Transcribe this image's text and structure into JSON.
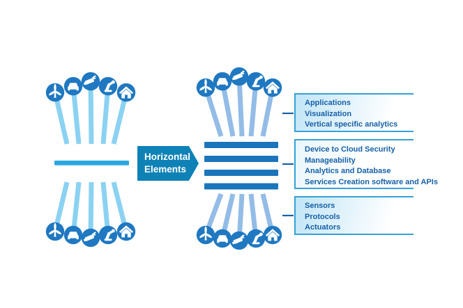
{
  "arrow": {
    "line1": "Horizontal",
    "line2": "Elements"
  },
  "label_boxes": [
    {
      "items": [
        "Applications",
        "Visualization",
        "Vertical specific analytics"
      ]
    },
    {
      "items": [
        "Device to Cloud Security",
        "Manageability",
        "Analytics and Database",
        "Services Creation software and APIs"
      ]
    },
    {
      "items": [
        "Sensors",
        "Protocols",
        "Actuators"
      ]
    }
  ],
  "icon_names": [
    "wind-turbine",
    "car",
    "security-camera",
    "robot-arm",
    "house"
  ],
  "left_stack_bar_count": 1,
  "right_stack_bar_count": 4,
  "colors": {
    "left_line": "#8BD2F2",
    "left_bar": "#29A7E0",
    "right_line": "#93BCE7",
    "right_bar": "#1B75BC",
    "node": "#1F78C1",
    "arrow_bg": "#0E82B6",
    "box_border": "#35A1D7",
    "box_grad": "#C2E5F6",
    "box2_grad": "#EAF6FC",
    "label_text": "#1661A8",
    "connector": "#1661A8"
  }
}
